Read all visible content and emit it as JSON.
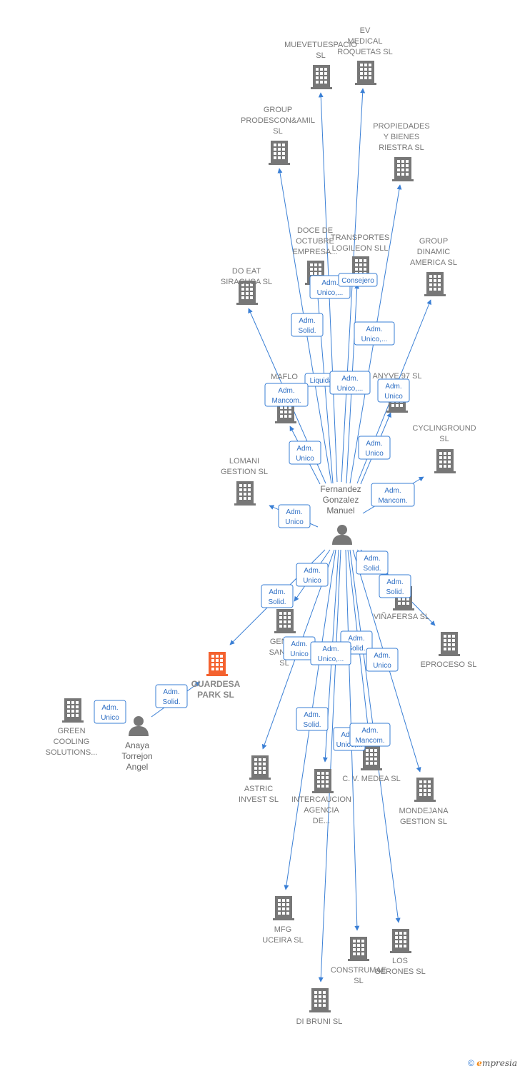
{
  "colors": {
    "edge": "#3a7fd5",
    "building": "#777777",
    "focus_building": "#f4622f",
    "person": "#777777"
  },
  "persons": [
    {
      "id": "p1",
      "label": [
        "Fernandez",
        "Gonzalez",
        "Manuel"
      ]
    },
    {
      "id": "p2",
      "label": [
        "Anaya",
        "Torrejon",
        "Angel"
      ]
    }
  ],
  "companies": [
    {
      "id": "ev",
      "label": [
        "EV",
        "MEDICAL",
        "ROQUETAS  SL"
      ]
    },
    {
      "id": "muevetuespacio",
      "label": [
        "MUEVETUESPACIO",
        "SL"
      ]
    },
    {
      "id": "prodescon",
      "label": [
        "GROUP",
        "PRODESCON&AMIL",
        "SL"
      ]
    },
    {
      "id": "riestra",
      "label": [
        "PROPIEDADES",
        "Y BIENES",
        "RIESTRA  SL"
      ]
    },
    {
      "id": "doce",
      "label": [
        "DOCE DE",
        "OCTUBRE",
        "EMPRESA..."
      ]
    },
    {
      "id": "logileon",
      "label": [
        "TRANSPORTES",
        "LOGILEON SLL"
      ]
    },
    {
      "id": "dinamic",
      "label": [
        "GROUP",
        "DINAMIC",
        "AMERICA SL"
      ]
    },
    {
      "id": "siracusa",
      "label": [
        "DO EAT",
        "SIRACUSA  SL"
      ]
    },
    {
      "id": "maflo",
      "label": [
        "MAFLO",
        "HOS...  SL"
      ]
    },
    {
      "id": "anyve",
      "label": [
        "ANYVE 97 SL"
      ]
    },
    {
      "id": "cyclinground",
      "label": [
        "CYCLINGROUND",
        "SL"
      ]
    },
    {
      "id": "lomani",
      "label": [
        "LOMANI",
        "GESTION  SL"
      ]
    },
    {
      "id": "vinafersa",
      "label": [
        "VIÑAFERSA SL"
      ]
    },
    {
      "id": "eproceso",
      "label": [
        "EPROCESO SL"
      ]
    },
    {
      "id": "generales",
      "label": [
        "GENE...",
        "SAN R...",
        "SL"
      ]
    },
    {
      "id": "guardesa",
      "label": [
        "GUARDESA",
        "PARK  SL"
      ],
      "focus": true
    },
    {
      "id": "green",
      "label": [
        "GREEN",
        "COOLING",
        "SOLUTIONS..."
      ]
    },
    {
      "id": "astric",
      "label": [
        "ASTRIC",
        "INVEST SL"
      ]
    },
    {
      "id": "intercaucion",
      "label": [
        "INTERCAUCION",
        "AGENCIA",
        "DE..."
      ]
    },
    {
      "id": "medea",
      "label": [
        "C. V. MEDEA SL"
      ]
    },
    {
      "id": "mondejana",
      "label": [
        "MONDEJANA",
        "GESTION  SL"
      ]
    },
    {
      "id": "mfg",
      "label": [
        "MFG",
        "UCEIRA SL"
      ]
    },
    {
      "id": "construmae",
      "label": [
        "CONSTRUMAE",
        "SL"
      ]
    },
    {
      "id": "losgerones",
      "label": [
        "LOS",
        "GERONES  SL"
      ]
    },
    {
      "id": "dibruni",
      "label": [
        "DI BRUNI SL"
      ]
    }
  ],
  "roles": [
    {
      "text": [
        "Adm.",
        "Unico,..."
      ]
    },
    {
      "text": [
        "Consejero"
      ]
    },
    {
      "text": [
        "Adm.",
        "Solid."
      ]
    },
    {
      "text": [
        "Adm.",
        "Unico,..."
      ]
    },
    {
      "text": [
        "Liquidador"
      ]
    },
    {
      "text": [
        "Adm.",
        "Unico,..."
      ]
    },
    {
      "text": [
        "Adm.",
        "Unico"
      ]
    },
    {
      "text": [
        "Adm.",
        "Mancom."
      ]
    },
    {
      "text": [
        "Adm.",
        "Unico"
      ]
    },
    {
      "text": [
        "Adm.",
        "Unico"
      ]
    },
    {
      "text": [
        "Adm.",
        "Mancom."
      ]
    },
    {
      "text": [
        "Adm.",
        "Unico"
      ]
    },
    {
      "text": [
        "Adm.",
        "Solid."
      ]
    },
    {
      "text": [
        "Adm.",
        "Unico"
      ]
    },
    {
      "text": [
        "Adm.",
        "Solid."
      ]
    },
    {
      "text": [
        "Adm.",
        "Solid."
      ]
    },
    {
      "text": [
        "Adm.",
        "Unico"
      ]
    },
    {
      "text": [
        "Adm.",
        "Solid."
      ]
    },
    {
      "text": [
        "Adm.",
        "Unico,..."
      ]
    },
    {
      "text": [
        "Adm.",
        "Unico"
      ]
    },
    {
      "text": [
        "Adm.",
        "Solid."
      ]
    },
    {
      "text": [
        "Adm.",
        "Unico"
      ]
    },
    {
      "text": [
        "Adm.",
        "Solid."
      ]
    },
    {
      "text": [
        "Adm.",
        "Unico,..."
      ]
    },
    {
      "text": [
        "Adm.",
        "Mancom."
      ]
    }
  ],
  "footer": {
    "copyright": "©",
    "brand_first": "e",
    "brand_rest": "mpresia"
  }
}
